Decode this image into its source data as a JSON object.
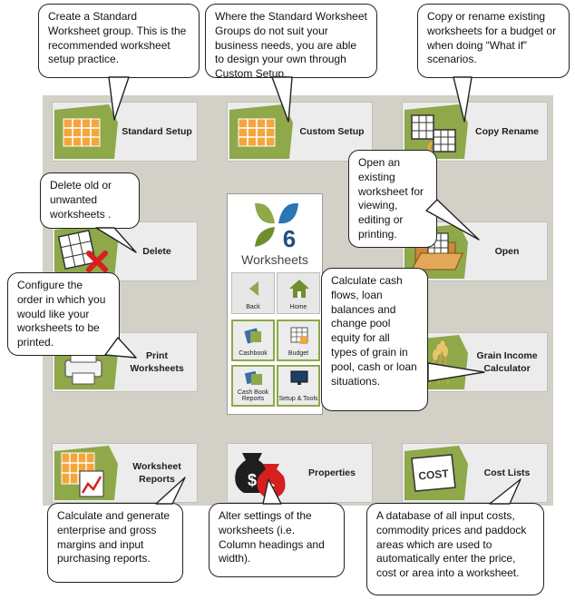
{
  "tiles": {
    "standard_setup": "Standard Setup",
    "custom_setup": "Custom Setup",
    "copy_rename": "Copy Rename",
    "delete": "Delete",
    "open": "Open",
    "print_worksheets": "Print Worksheets",
    "grain_income": "Grain Income Calculator",
    "worksheet_reports": "Worksheet Reports",
    "properties": "Properties",
    "cost_lists": "Cost Lists"
  },
  "center": {
    "logo_number": "6",
    "title": "Worksheets",
    "back": "Back",
    "home": "Home",
    "cashbook": "Cashbook",
    "budget": "Budget",
    "cashbook_reports": "Cash Book Reports",
    "setup_tools": "Setup & Tools"
  },
  "callouts": {
    "standard": "Create a Standard Worksheet group.  This is the recommended worksheet setup practice.",
    "custom": "Where the Standard Worksheet Groups do not suit your business needs, you are able to design your own through Custom Setup.",
    "copy": "Copy or rename existing worksheets for a budget or when doing “What if” scenarios.",
    "delete": "Delete old or unwanted worksheets .",
    "open": "Open an existing worksheet for viewing, editing or printing.",
    "print": "Configure the order in which you would like your worksheets to be printed.",
    "grain": "Calculate cash flows, loan balances and change pool equity for all types of grain in pool, cash or loan situations.",
    "reports": "Calculate and generate enterprise and gross margins and input purchasing reports.",
    "properties": "Alter settings of the worksheets (i.e. Column headings and width).",
    "cost": "A database of all input costs, commodity prices and paddock areas which are used to automatically enter the price, cost or area into a worksheet."
  },
  "icons": {
    "cost_tag": "COST",
    "dollar": "$"
  },
  "colors": {
    "panel": "#d3d0c8",
    "accent_green": "#8ea84a",
    "grid_orange": "#f4a63c"
  }
}
